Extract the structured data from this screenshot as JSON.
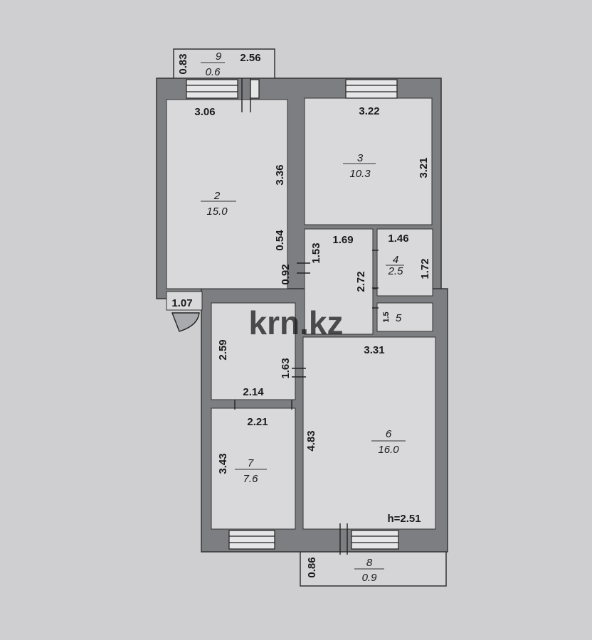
{
  "watermark": "krn.kz",
  "ceiling_height": "h=2.51",
  "rooms": [
    {
      "id": "2",
      "number": "2",
      "area": "15.0"
    },
    {
      "id": "3",
      "number": "3",
      "area": "10.3"
    },
    {
      "id": "4",
      "number": "4",
      "area": "2.5"
    },
    {
      "id": "5",
      "number": "5",
      "area": ""
    },
    {
      "id": "6",
      "number": "6",
      "area": "16.0"
    },
    {
      "id": "7",
      "number": "7",
      "area": "7.6"
    },
    {
      "id": "8",
      "number": "8",
      "area": "0.9"
    },
    {
      "id": "9",
      "number": "9",
      "area": "0.6"
    }
  ],
  "dimensions": {
    "d083": "0.83",
    "d256": "2.56",
    "d306": "3.06",
    "d322": "3.22",
    "d336": "3.36",
    "d321": "3.21",
    "d054": "0.54",
    "d092": "0.92",
    "d153": "1.53",
    "d169": "1.69",
    "d146": "1.46",
    "d272": "2.72",
    "d172": "1.72",
    "d107": "1.07",
    "d331": "3.31",
    "d259": "2.59",
    "d163": "1.63",
    "d214": "2.14",
    "d221": "2.21",
    "d483": "4.83",
    "d343": "3.43",
    "d086": "0.86",
    "d15": "1.5"
  }
}
